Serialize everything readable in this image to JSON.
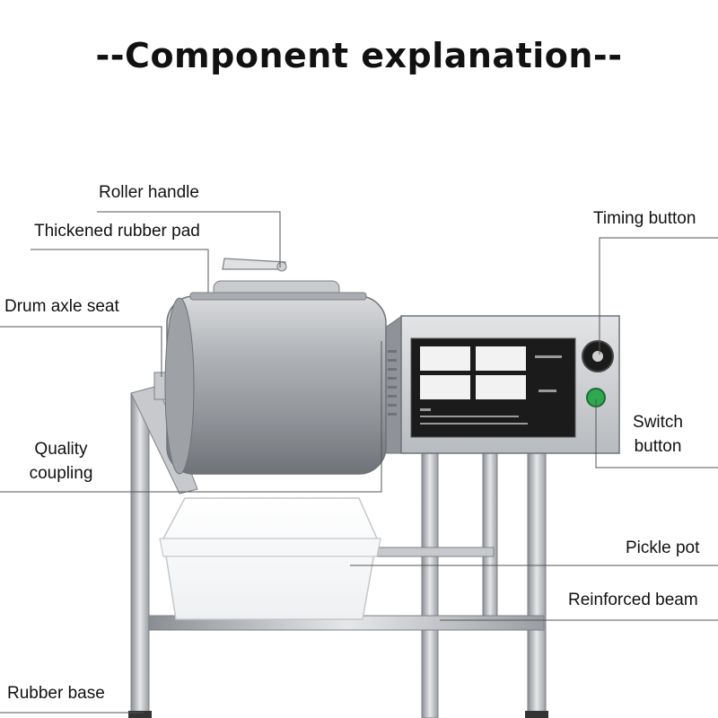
{
  "title": "--Component explanation--",
  "labels": {
    "roller_handle": "Roller handle",
    "rubber_pad": "Thickened rubber pad",
    "drum_axle_seat": "Drum axle seat",
    "quality_coupling_line1": "Quality",
    "quality_coupling_line2": "coupling",
    "timing_button": "Timing button",
    "switch_button_line1": "Switch",
    "switch_button_line2": "button",
    "pickle_pot": "Pickle pot",
    "reinforced_beam": "Reinforced beam",
    "rubber_base": "Rubber base"
  },
  "colors": {
    "steel": "#b9bcc0",
    "steel_dark": "#7d8186",
    "panel": "#1b1b1b",
    "switch_green": "#2fa84f",
    "leader_line": "#555555"
  }
}
